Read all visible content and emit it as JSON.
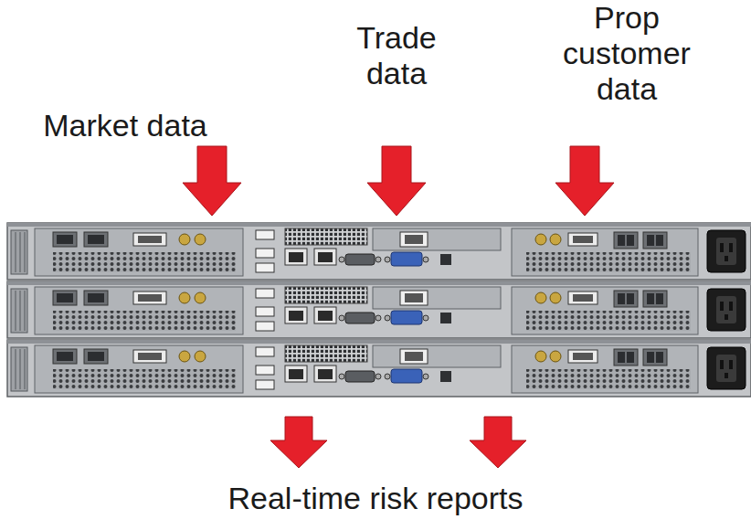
{
  "diagram": {
    "labels": [
      "Market data",
      "Trade data",
      "Prop customer data",
      "Real-time risk reports"
    ]
  }
}
